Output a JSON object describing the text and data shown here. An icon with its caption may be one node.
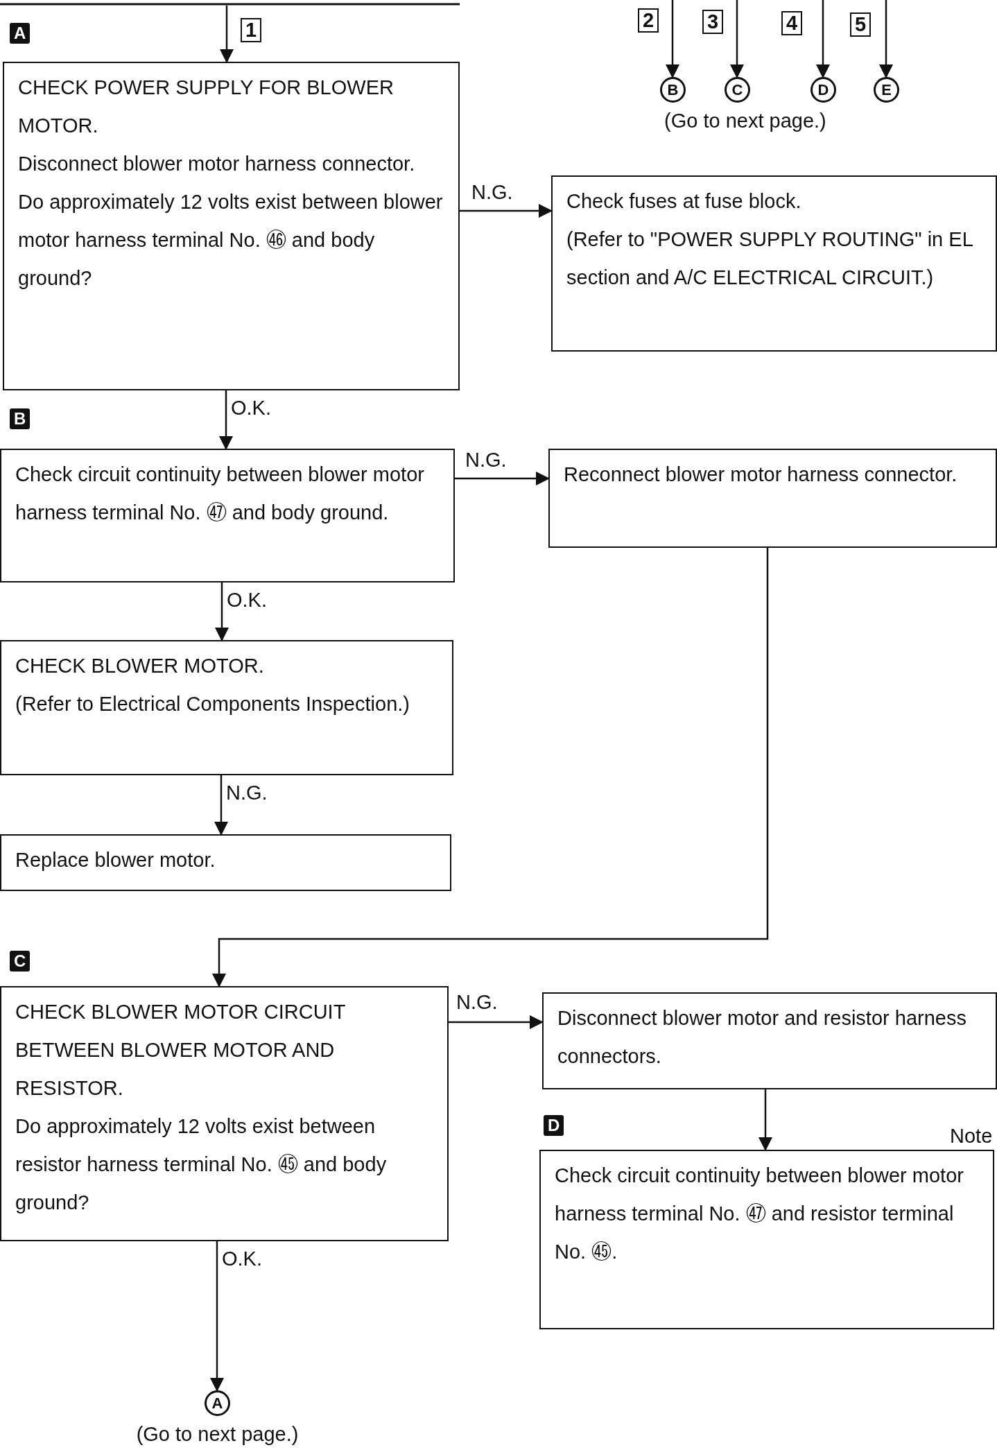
{
  "diagram": {
    "nodes": [
      {
        "text": [
          "CHECK POWER SUPPLY FOR BLOWER MOTOR.",
          "Disconnect blower motor harness connector.",
          "Do approximately 12 volts exist between blower motor harness terminal No. ㊻ and body ground?"
        ]
      },
      {
        "text": [
          "Check fuses at fuse block.",
          "(Refer to \"POWER SUPPLY ROUTING\" in EL section and A/C ELECTRICAL CIRCUIT.)"
        ]
      },
      {
        "text": [
          "Check circuit continuity between blower motor harness terminal No. ㊼ and body ground."
        ]
      },
      {
        "text": [
          "Reconnect blower motor harness connector."
        ]
      },
      {
        "text": [
          "CHECK BLOWER MOTOR.",
          "(Refer to Electrical Components Inspection.)"
        ]
      },
      {
        "text": [
          "Replace blower motor."
        ]
      },
      {
        "text": [
          "CHECK BLOWER MOTOR CIRCUIT BETWEEN BLOWER MOTOR AND RESISTOR.",
          "Do approximately 12 volts exist between resistor harness terminal No. ㊺ and body ground?"
        ]
      },
      {
        "text": [
          "Disconnect blower motor and resistor harness connectors."
        ]
      },
      {
        "text": [
          "Check circuit continuity between blower motor harness terminal No. ㊼ and resistor terminal No. ㊺."
        ]
      },
      {
        "text": [
          "A"
        ],
        "beside": [
          "(Go to next page.)"
        ]
      },
      {
        "text": [
          "B"
        ]
      },
      {
        "text": [
          "C"
        ]
      },
      {
        "text": [
          "D"
        ]
      },
      {
        "text": [
          "E"
        ]
      }
    ],
    "edges": [
      {
        "from": null,
        "to": 0,
        "arrow": "to",
        "label": "1"
      },
      {
        "from": 0,
        "to": 1,
        "arrow": "to",
        "label": "N.G."
      },
      {
        "from": 0,
        "to": 2,
        "arrow": "to",
        "label": "O.K."
      },
      {
        "from": 2,
        "to": 3,
        "arrow": "to",
        "label": "N.G."
      },
      {
        "from": 2,
        "to": 4,
        "arrow": "to",
        "label": "O.K."
      },
      {
        "from": 4,
        "to": 5,
        "arrow": "to",
        "label": "N.G."
      },
      {
        "from": 3,
        "to": 6,
        "arrow": "to"
      },
      {
        "from": 6,
        "to": 7,
        "arrow": "to",
        "label": "N.G."
      },
      {
        "from": 7,
        "to": 8,
        "arrow": "to"
      },
      {
        "from": 6,
        "to": 9,
        "arrow": "to",
        "label": "O.K."
      },
      {
        "from": null,
        "to": 10,
        "arrow": "to",
        "label": "2"
      },
      {
        "from": null,
        "to": 11,
        "arrow": "to",
        "label": "3"
      },
      {
        "from": null,
        "to": 12,
        "arrow": "to",
        "label": "4"
      },
      {
        "from": null,
        "to": 13,
        "arrow": "to",
        "label": "5"
      }
    ],
    "labels": [
      "A",
      "(Go to next page.)",
      "B",
      "C",
      "D",
      "Note"
    ]
  }
}
